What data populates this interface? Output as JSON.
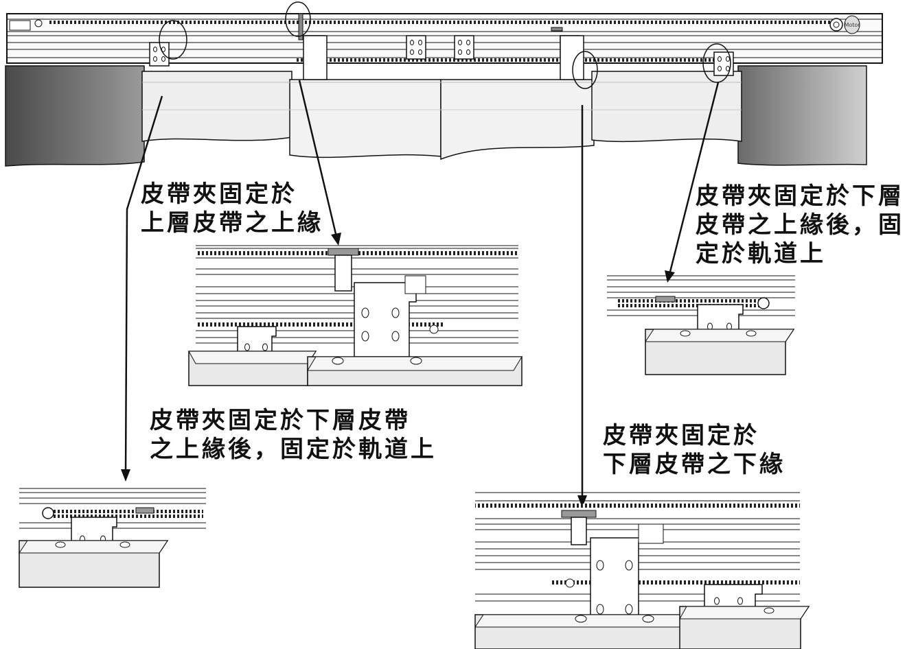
{
  "colors": {
    "ink": "#111111",
    "panel_light": "#e6e6e6",
    "panel_dark": "#555555",
    "rail_fill": "#f4f4f4",
    "belt": "#2a2a2a"
  },
  "top_assembly": {
    "motor_label": "Motor"
  },
  "captions": {
    "upper_belt_top": {
      "lines": [
        "皮帶夾固定於",
        "上層皮帶之上緣"
      ]
    },
    "right_lower_belt": {
      "lines": [
        "皮帶夾固定於下層",
        "皮帶之上緣後，固",
        "定於軌道上"
      ]
    },
    "left_lower_belt": {
      "lines": [
        "皮帶夾固定於下層皮帶",
        "之上緣後，固定於軌道上"
      ]
    },
    "lower_belt_bottom": {
      "lines": [
        "皮帶夾固定於",
        "下層皮帶之下緣"
      ]
    }
  },
  "icons": {
    "bracket": "belt-clamp-bracket-icon",
    "pulley": "pulley-icon",
    "motor": "motor-icon"
  }
}
